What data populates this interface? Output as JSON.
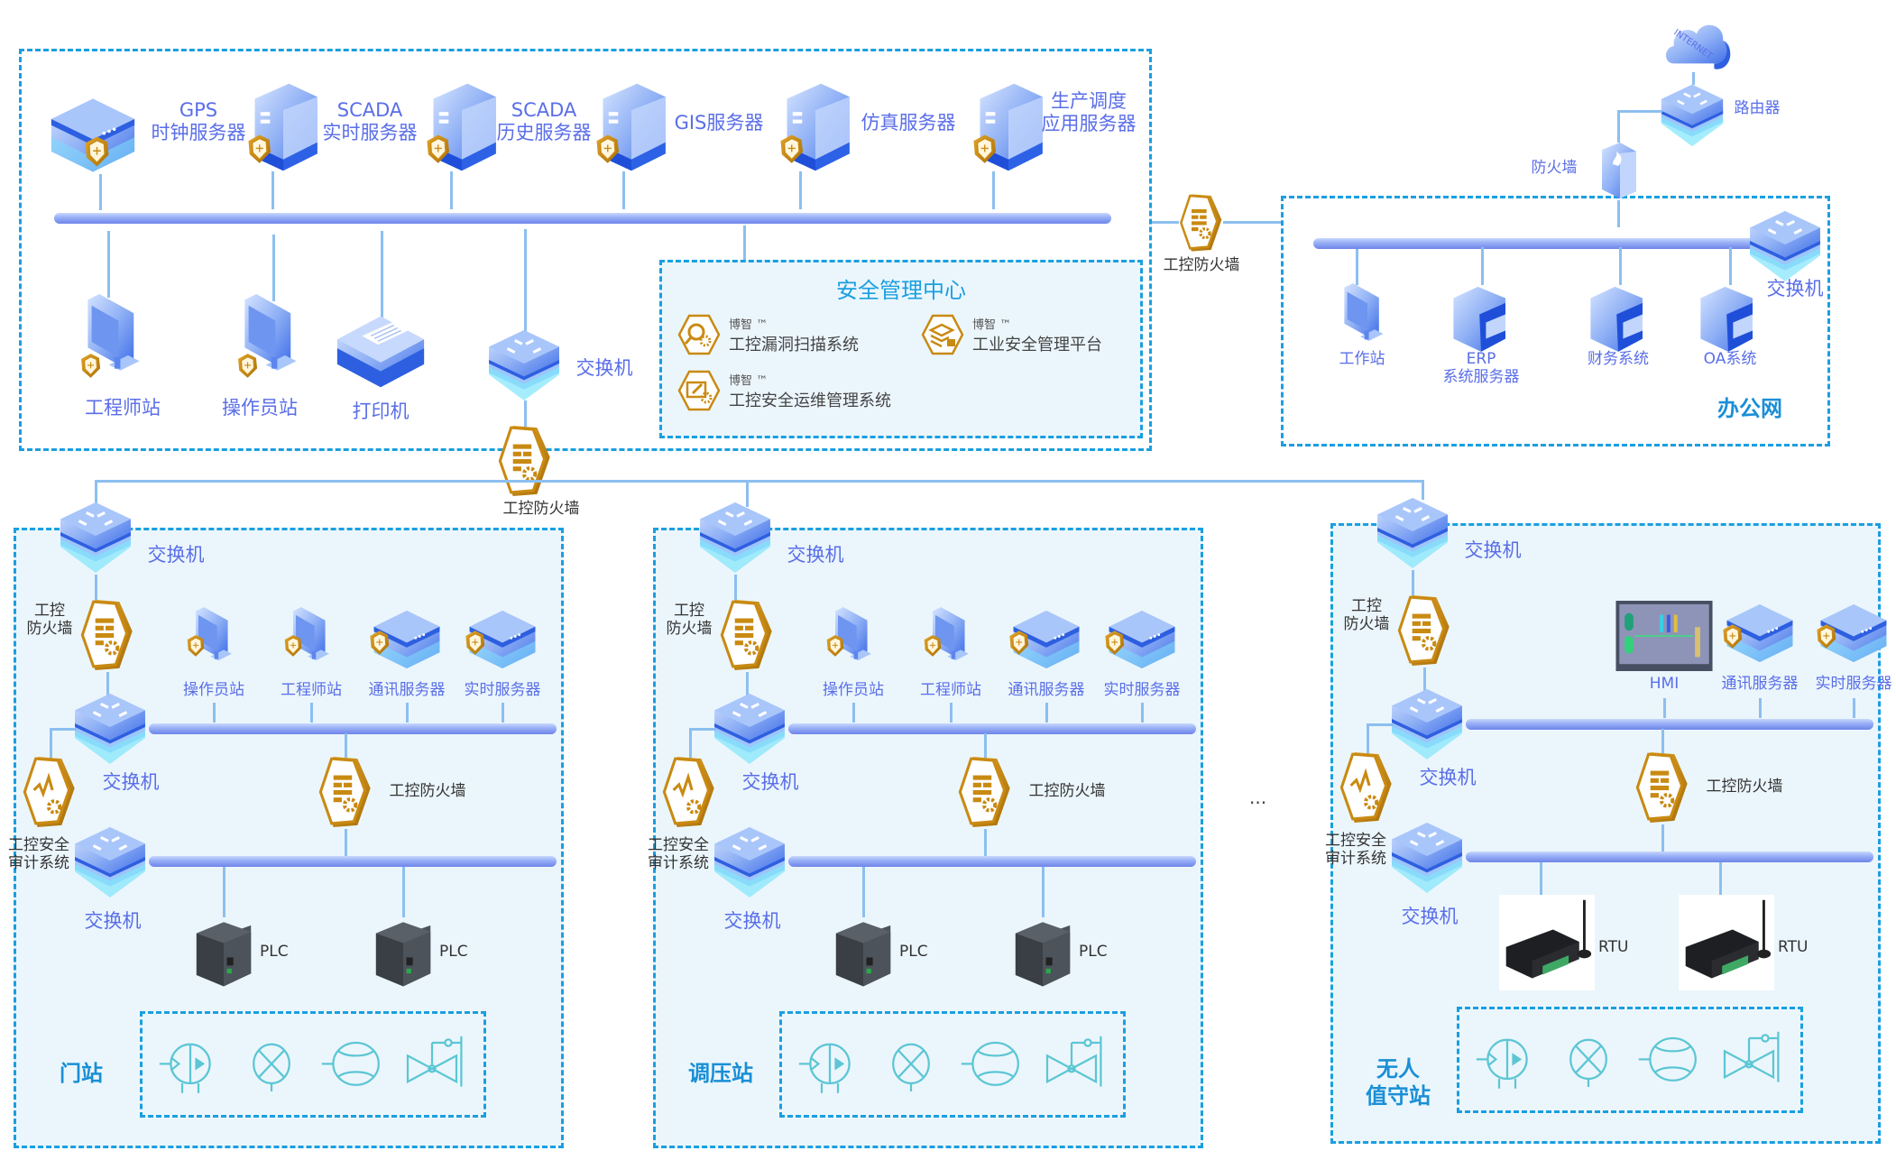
{
  "control_center": {
    "servers": [
      {
        "line1": "GPS",
        "line2": "时钟服务器"
      },
      {
        "line1": "SCADA",
        "line2": "实时服务器"
      },
      {
        "line1": "SCADA",
        "line2": "历史服务器"
      },
      {
        "line1": "GIS服务器",
        "line2": ""
      },
      {
        "line1": "仿真服务器",
        "line2": ""
      },
      {
        "line1": "生产调度",
        "line2": "应用服务器"
      }
    ],
    "workstations": [
      "工程师站",
      "操作员站",
      "打印机"
    ],
    "switch_label": "交换机",
    "security_center": {
      "title": "安全管理中心",
      "items": [
        {
          "brand": "博智 ™",
          "name": "工控漏洞扫描系统",
          "icon": "vuln-scan-icon"
        },
        {
          "brand": "博智 ™",
          "name": "工业安全管理平台",
          "icon": "security-platform-icon"
        },
        {
          "brand": "博智 ™",
          "name": "工控安全运维管理系统",
          "icon": "ops-maintenance-icon"
        }
      ]
    }
  },
  "center_firewall_label": "工控防火墙",
  "office_firewall_label": "工控防火墙",
  "office": {
    "title": "办公网",
    "internet_label": "INTERNET",
    "router_label": "路由器",
    "firewall_label": "防火墙",
    "switch_label": "交换机",
    "nodes": [
      {
        "line1": "工作站",
        "line2": ""
      },
      {
        "line1": "ERP",
        "line2": "系统服务器"
      },
      {
        "line1": "财务系统",
        "line2": ""
      },
      {
        "line1": "OA系统",
        "line2": ""
      }
    ]
  },
  "stations": [
    {
      "title_line1": "门站",
      "title_line2": "",
      "switch_top": "交换机",
      "firewall_side_line1": "工控",
      "firewall_side_line2": "防火墙",
      "devices": [
        "操作员站",
        "工程师站",
        "通讯服务器",
        "实时服务器"
      ],
      "switch_mid": "交换机",
      "audit_line1": "工控安全",
      "audit_line2": "审计系统",
      "firewall_mid": "工控防火墙",
      "switch_bottom": "交换机",
      "field_devices": [
        "PLC",
        "PLC"
      ]
    },
    {
      "title_line1": "调压站",
      "title_line2": "",
      "switch_top": "交换机",
      "firewall_side_line1": "工控",
      "firewall_side_line2": "防火墙",
      "devices": [
        "操作员站",
        "工程师站",
        "通讯服务器",
        "实时服务器"
      ],
      "switch_mid": "交换机",
      "audit_line1": "工控安全",
      "audit_line2": "审计系统",
      "firewall_mid": "工控防火墙",
      "switch_bottom": "交换机",
      "field_devices": [
        "PLC",
        "PLC"
      ]
    },
    {
      "title_line1": "无人",
      "title_line2": "值守站",
      "switch_top": "交换机",
      "firewall_side_line1": "工控",
      "firewall_side_line2": "防火墙",
      "devices": [
        "HMI",
        "通讯服务器",
        "实时服务器"
      ],
      "switch_mid": "交换机",
      "audit_line1": "工控安全",
      "audit_line2": "审计系统",
      "firewall_mid": "工控防火墙",
      "switch_bottom": "交换机",
      "field_devices": [
        "RTU",
        "RTU"
      ]
    }
  ],
  "ellipsis": "...",
  "colors": {
    "dashed_border": "#1a9fe0",
    "zone_fill": "#ebf6fc",
    "label_blue": "#5a6ee8",
    "title_blue": "#1a8fd6",
    "firewall_gold": "#c98a12",
    "instrument_teal": "#5cc6d4"
  }
}
